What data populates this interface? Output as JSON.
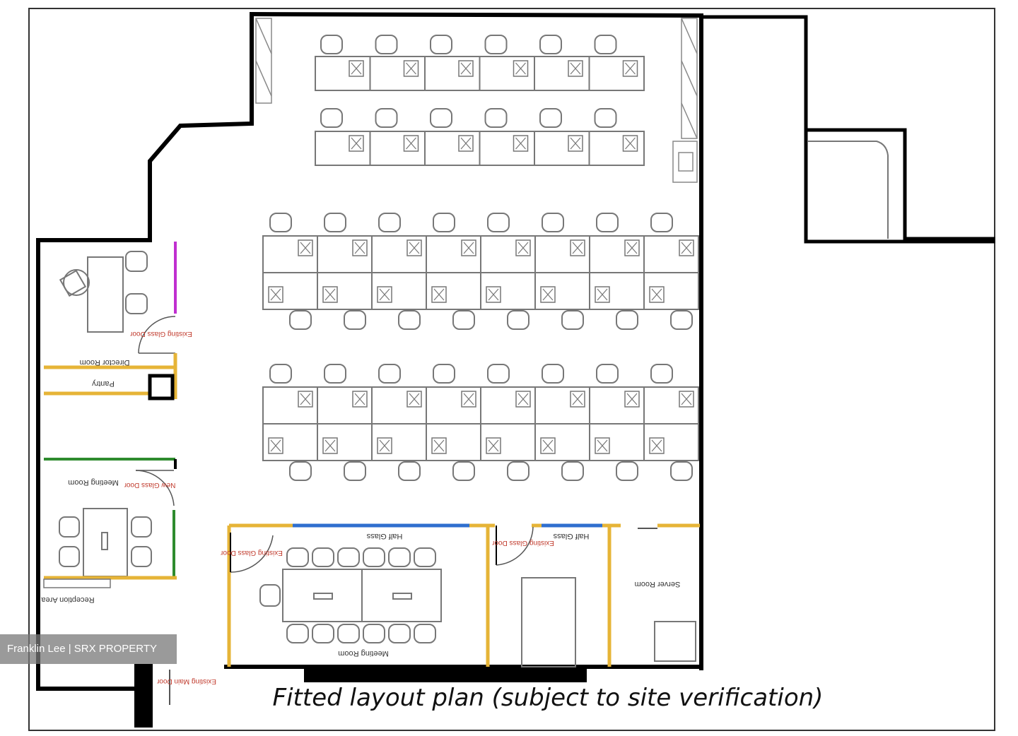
{
  "caption": "Fitted layout plan (subject to site verification)",
  "watermark": "Franklin Lee | SRX PROPERTY",
  "labels": {
    "director_room": "Director Room",
    "pantry": "Pantry",
    "meeting_room_left": "Meeting Room",
    "reception_area": "Reception Area",
    "meeting_room_main": "Meeting Room",
    "server_room": "Server Room",
    "half_glass_1": "Half Glass",
    "half_glass_2": "Half Glass",
    "existing_glass_door_1": "Existing Glass Door",
    "existing_glass_door_2": "Existing Glass Door",
    "existing_glass_door_3": "Existing Glass Door",
    "new_glass_door": "New Glass Door",
    "existing_main_door": "Existing Main Door"
  },
  "colors": {
    "wall": "#000000",
    "yellow_partition": "#e6b437",
    "blue_glass": "#2f6fcf",
    "green_partition": "#2e8b2e",
    "magenta_partition": "#c02fd0",
    "furniture": "#777777",
    "door_text": "#c0392b"
  }
}
